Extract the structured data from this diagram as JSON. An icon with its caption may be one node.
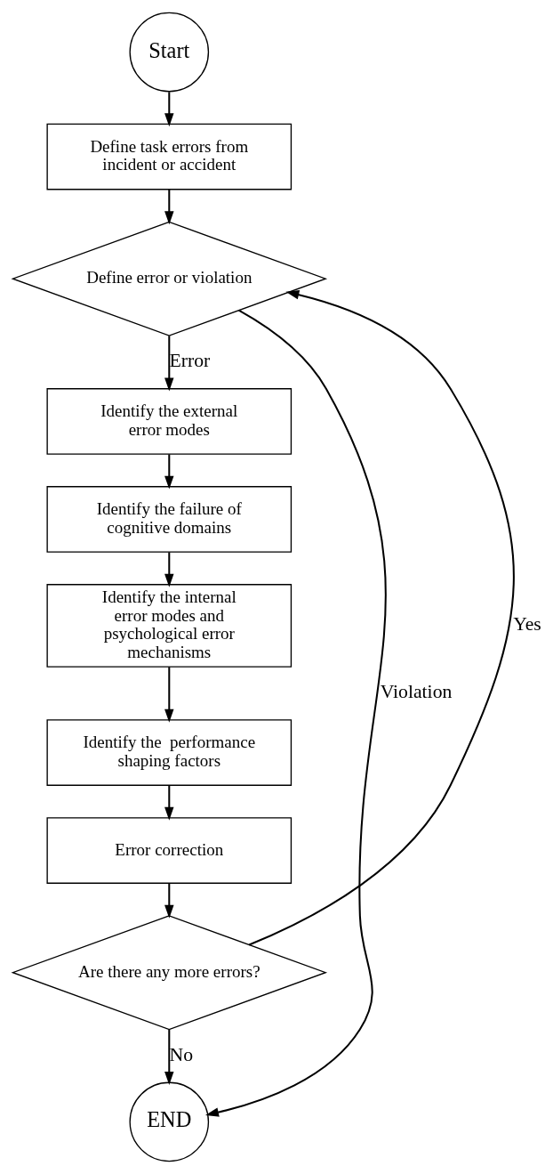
{
  "diagram": {
    "nodes": [
      {
        "text": [
          "Start"
        ]
      },
      {
        "text": [
          "Define task errors from incident or accident"
        ]
      },
      {
        "text": [
          "Define error or violation"
        ]
      },
      {
        "text": [
          "Identify the external error modes"
        ]
      },
      {
        "text": [
          "Identify the failure of cognitive domains"
        ]
      },
      {
        "text": [
          "Identify the internal error modes and psychological error mechanisms"
        ]
      },
      {
        "text": [
          "Identify the  performance shaping factors"
        ]
      },
      {
        "text": [
          "Error correction"
        ]
      },
      {
        "text": [
          "Are there any more errors?"
        ]
      },
      {
        "text": [
          "END"
        ]
      }
    ],
    "edges": [
      {
        "from": 0,
        "to": 1,
        "arrow": "to"
      },
      {
        "from": 1,
        "to": 2,
        "arrow": "to"
      },
      {
        "from": 2,
        "to": 3,
        "arrow": "to",
        "label": "Error"
      },
      {
        "from": 3,
        "to": 4,
        "arrow": "to"
      },
      {
        "from": 4,
        "to": 5,
        "arrow": "to"
      },
      {
        "from": 5,
        "to": 6,
        "arrow": "to"
      },
      {
        "from": 6,
        "to": 7,
        "arrow": "to"
      },
      {
        "from": 7,
        "to": 8,
        "arrow": "to"
      },
      {
        "from": 8,
        "to": 2,
        "arrow": "to",
        "label": "Yes"
      },
      {
        "from": 8,
        "to": 9,
        "arrow": "to",
        "label": "No"
      },
      {
        "from": 2,
        "to": 9,
        "arrow": "to",
        "label": "Violation"
      }
    ]
  }
}
